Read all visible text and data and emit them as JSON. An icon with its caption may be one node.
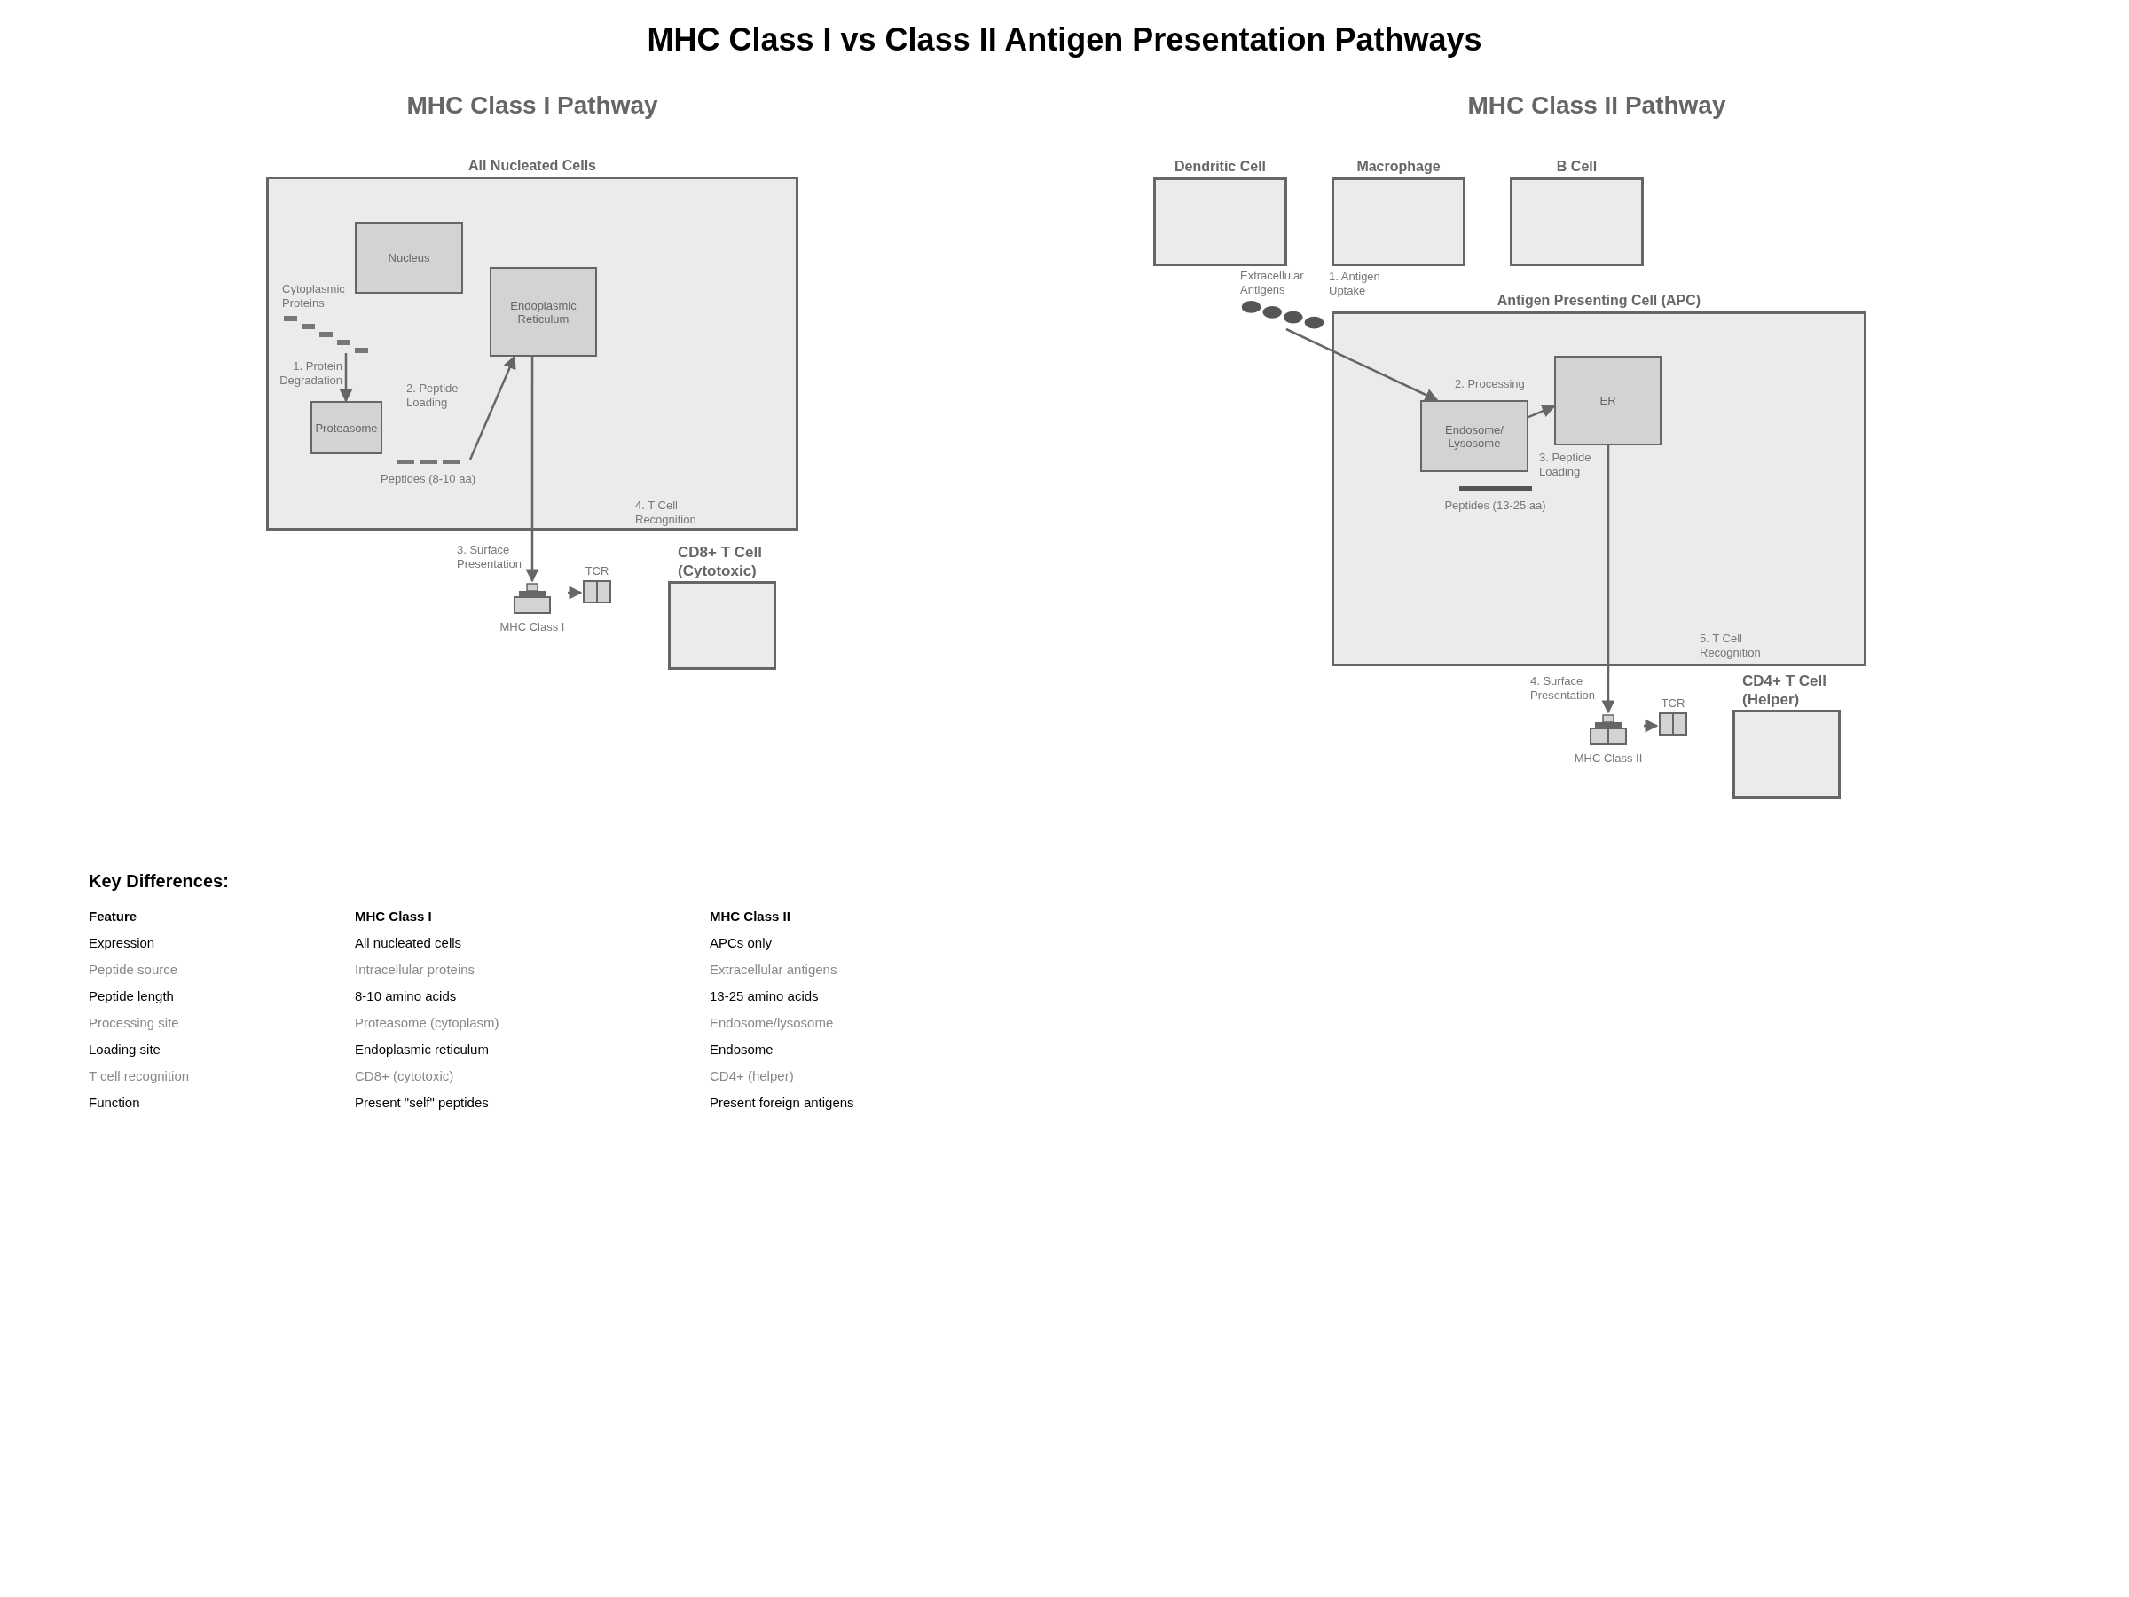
{
  "diagram": {
    "title": "MHC Class I vs Class II Antigen Presentation Pathways",
    "nodes": [
      {
        "text": [
          "All Nucleated Cells"
        ]
      },
      {
        "text": [
          "Nucleus"
        ],
        "in": 0
      },
      {
        "text": [
          "Cytoplasmic Proteins"
        ],
        "in": 0
      },
      {
        "text": [
          "Proteasome"
        ],
        "in": 0
      },
      {
        "text": [
          "Peptides (8-10 aa)"
        ],
        "in": 0
      },
      {
        "text": [
          "Endoplasmic Reticulum"
        ],
        "in": 0
      },
      {
        "text": [
          "MHC Class I"
        ]
      },
      {
        "text": [
          "TCR"
        ]
      },
      {
        "text": [
          "CD8+ T Cell (Cytotoxic)"
        ]
      },
      {
        "text": [
          "Dendritic Cell"
        ]
      },
      {
        "text": [
          "Macrophage"
        ]
      },
      {
        "text": [
          "B Cell"
        ]
      },
      {
        "text": [
          "Extracellular Antigens"
        ]
      },
      {
        "text": [
          "Antigen Presenting Cell (APC)"
        ]
      },
      {
        "text": [
          "Endosome/ Lysosome"
        ],
        "in": 13
      },
      {
        "text": [
          "ER"
        ],
        "in": 13
      },
      {
        "text": [
          "Peptides (13-25 aa)"
        ],
        "in": 13
      },
      {
        "text": [
          "MHC Class II"
        ]
      },
      {
        "text": [
          "TCR"
        ]
      },
      {
        "text": [
          "CD4+ T Cell (Helper)"
        ]
      }
    ],
    "edges": [
      {
        "from": 2,
        "to": 3,
        "arrow": "to",
        "label": "1. Protein Degradation"
      },
      {
        "from": 4,
        "to": 5,
        "arrow": "to",
        "label": "2. Peptide Loading"
      },
      {
        "from": 5,
        "to": 6,
        "arrow": "to",
        "label": "3. Surface Presentation"
      },
      {
        "from": 6,
        "to": 7,
        "arrow": "to"
      },
      {
        "from": 12,
        "to": 14,
        "arrow": "to",
        "label": "1. Antigen Uptake"
      },
      {
        "from": 14,
        "to": 15,
        "arrow": "to",
        "label": "3. Peptide Loading"
      },
      {
        "from": 15,
        "to": 17,
        "arrow": "to",
        "label": "4. Surface Presentation"
      },
      {
        "from": 17,
        "to": 18,
        "arrow": "to"
      }
    ],
    "labels": [
      "MHC Class I Pathway",
      "MHC Class II Pathway",
      "4. T Cell Recognition",
      "2. Processing",
      "5. T Cell Recognition",
      "Key Differences:",
      "Feature",
      "MHC Class I",
      "MHC Class II",
      "Expression",
      "All nucleated cells",
      "APCs only",
      "Peptide source",
      "Intracellular proteins",
      "Extracellular antigens",
      "Peptide length",
      "8-10 amino acids",
      "13-25 amino acids",
      "Processing site",
      "Proteasome (cytoplasm)",
      "Endosome/lysosome",
      "Loading site",
      "Endoplasmic reticulum",
      "Endosome",
      "T cell recognition",
      "CD8+ (cytotoxic)",
      "CD4+ (helper)",
      "Function",
      "Present \"self\" peptides",
      "Present foreign antigens"
    ]
  }
}
